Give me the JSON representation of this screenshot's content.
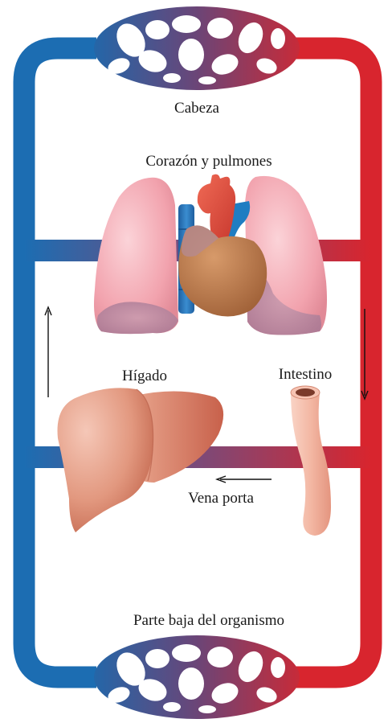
{
  "labels": {
    "head": "Cabeza",
    "heart_lungs": "Corazón y pulmones",
    "liver": "Hígado",
    "intestine": "Intestino",
    "portal_vein": "Vena porta",
    "lower_body": "Parte baja del organismo"
  },
  "colors": {
    "venous_blue": "#1a6ab0",
    "arterial_red": "#d8252e",
    "mixed_purple": "#7b4a79",
    "capillary_dark": "#4a1f45",
    "lung_pink": "#f2a3ae",
    "heart_brown": "#b47445",
    "liver_red": "#d27a62",
    "intestine_peach": "#f3b7a3"
  },
  "icons": [
    "up-arrow-icon",
    "down-arrow-icon",
    "left-arrow-icon"
  ]
}
